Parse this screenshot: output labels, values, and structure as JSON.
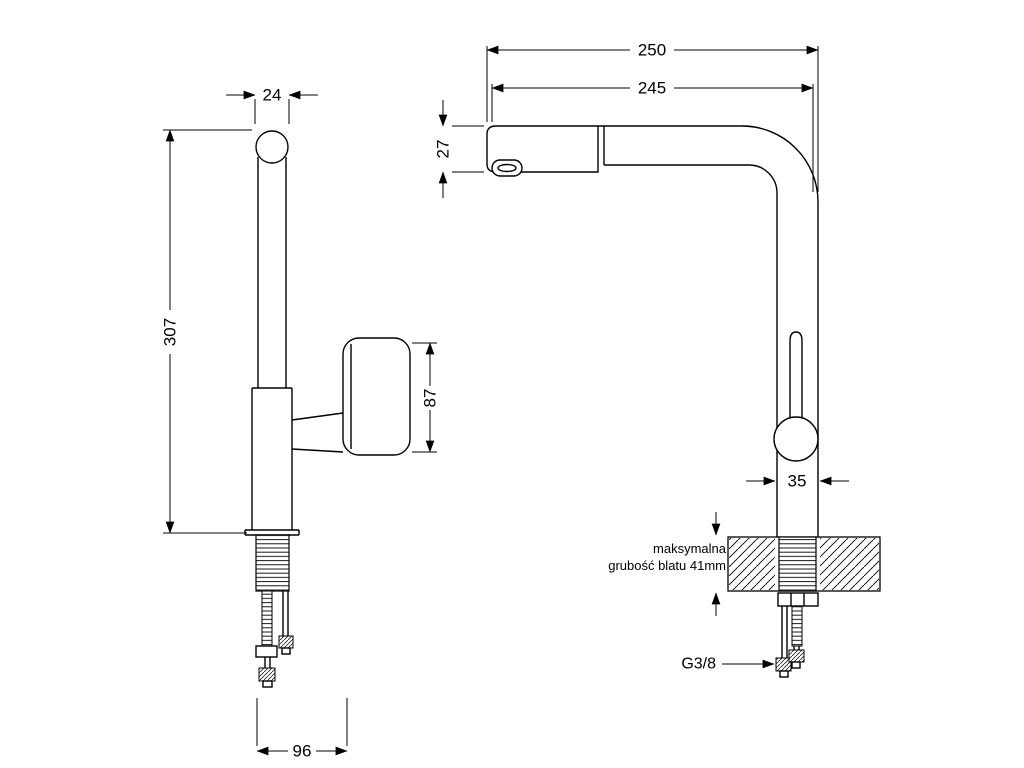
{
  "drawing": {
    "left": {
      "dim_top_width": "24",
      "dim_height": "307",
      "dim_handle_height": "87",
      "dim_bottom_depth": "96"
    },
    "right": {
      "dim_total_depth": "250",
      "dim_spout_reach": "245",
      "dim_spout_height": "27",
      "dim_body_width": "35",
      "note_line1": "maksymalna",
      "note_line2": "grubość blatu 41mm",
      "thread_size": "G3/8"
    },
    "colors": {
      "line": "#000000",
      "background": "#ffffff"
    }
  }
}
